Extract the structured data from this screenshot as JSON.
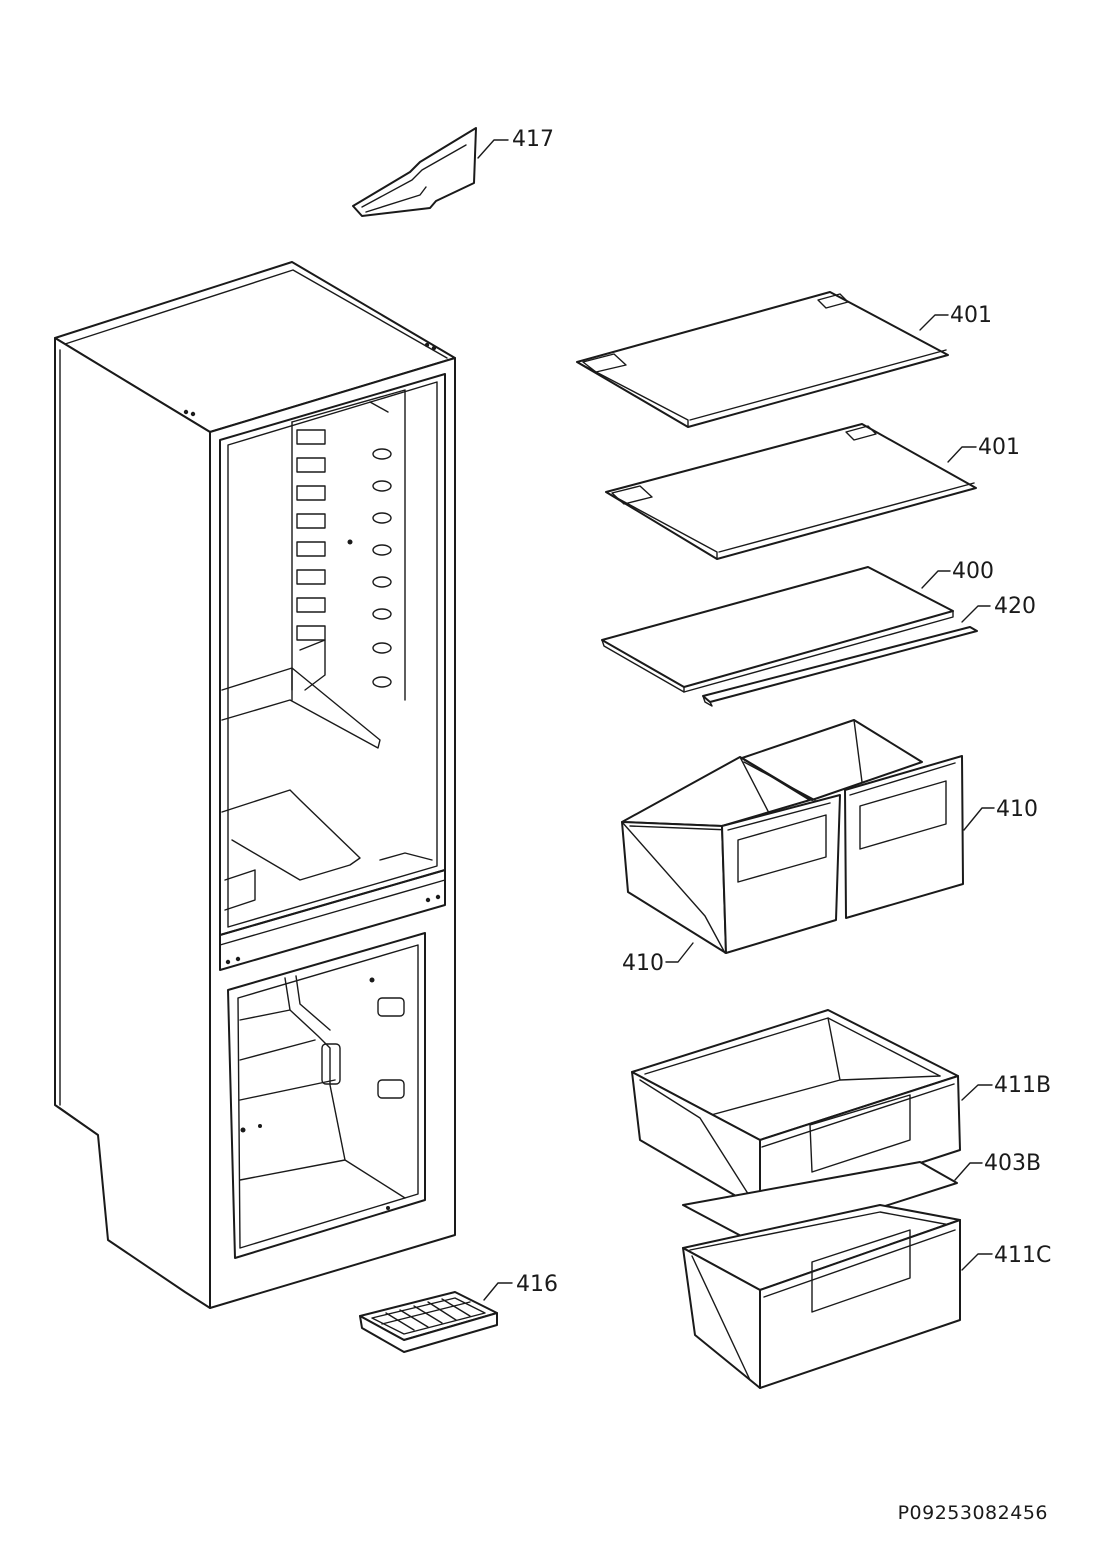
{
  "labels": {
    "p417": "417",
    "p401a": "401",
    "p401b": "401",
    "p400": "400",
    "p420": "420",
    "p410a": "410",
    "p410b": "410",
    "p411B": "411B",
    "p403B": "403B",
    "p411C": "411C",
    "p416": "416"
  },
  "document_id": "P09253082456"
}
